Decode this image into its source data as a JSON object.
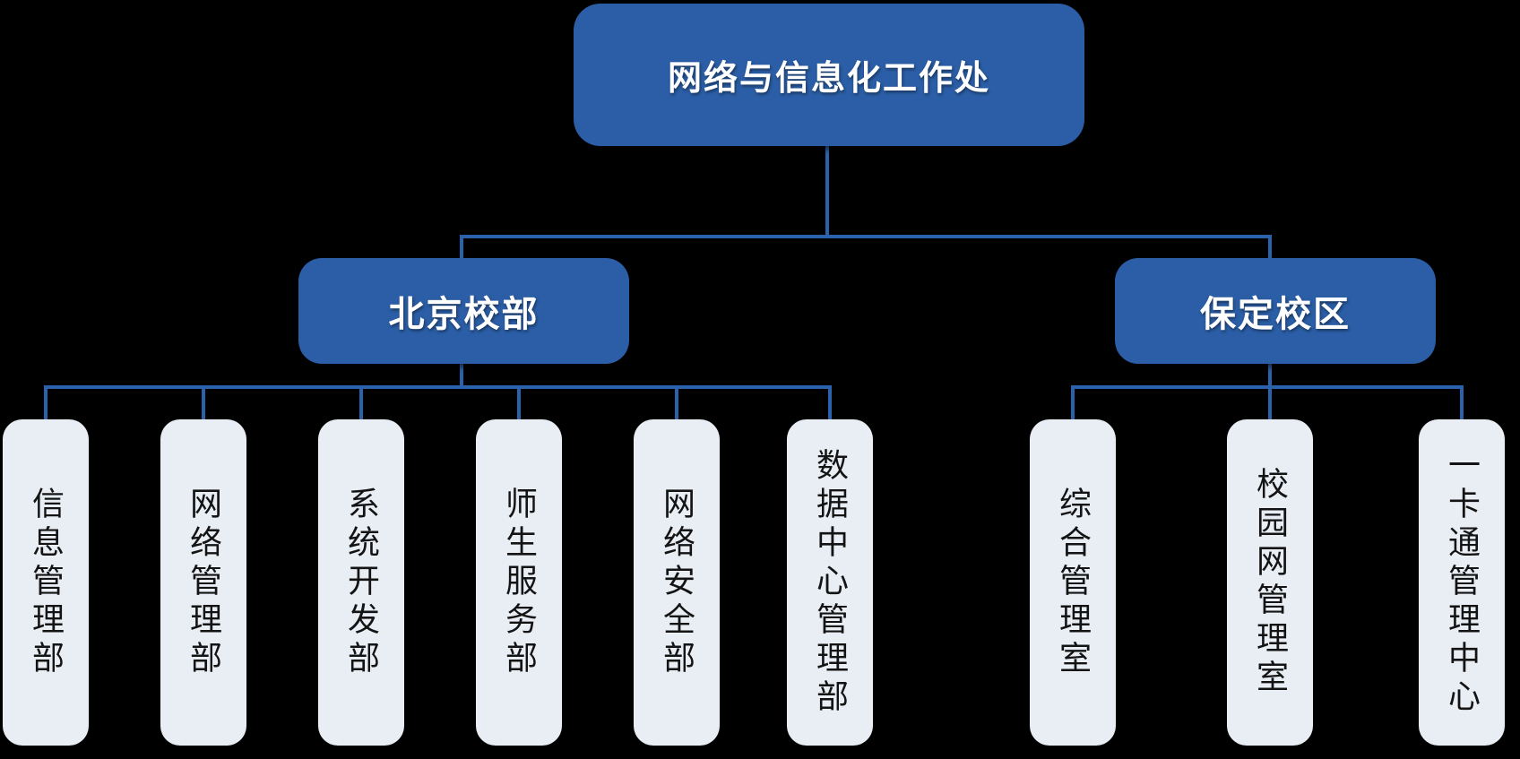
{
  "org_chart": {
    "type": "org-tree",
    "root": {
      "label": "网络与信息化工作处"
    },
    "branches": [
      {
        "label": "北京校部",
        "departments": [
          "信息管理部",
          "网络管理部",
          "系统开发部",
          "师生服务部",
          "网络安全部",
          "数据中心管理部"
        ]
      },
      {
        "label": "保定校区",
        "departments": [
          "综合管理室",
          "校园网管理室",
          "一卡通管理中心"
        ]
      }
    ]
  },
  "colors": {
    "background": "#000000",
    "node_fill": "#2B5EA6",
    "node_text": "#FFFFFF",
    "leaf_fill": "#E9EEF5",
    "leaf_text": "#141414",
    "connector": "#2B62AC"
  }
}
